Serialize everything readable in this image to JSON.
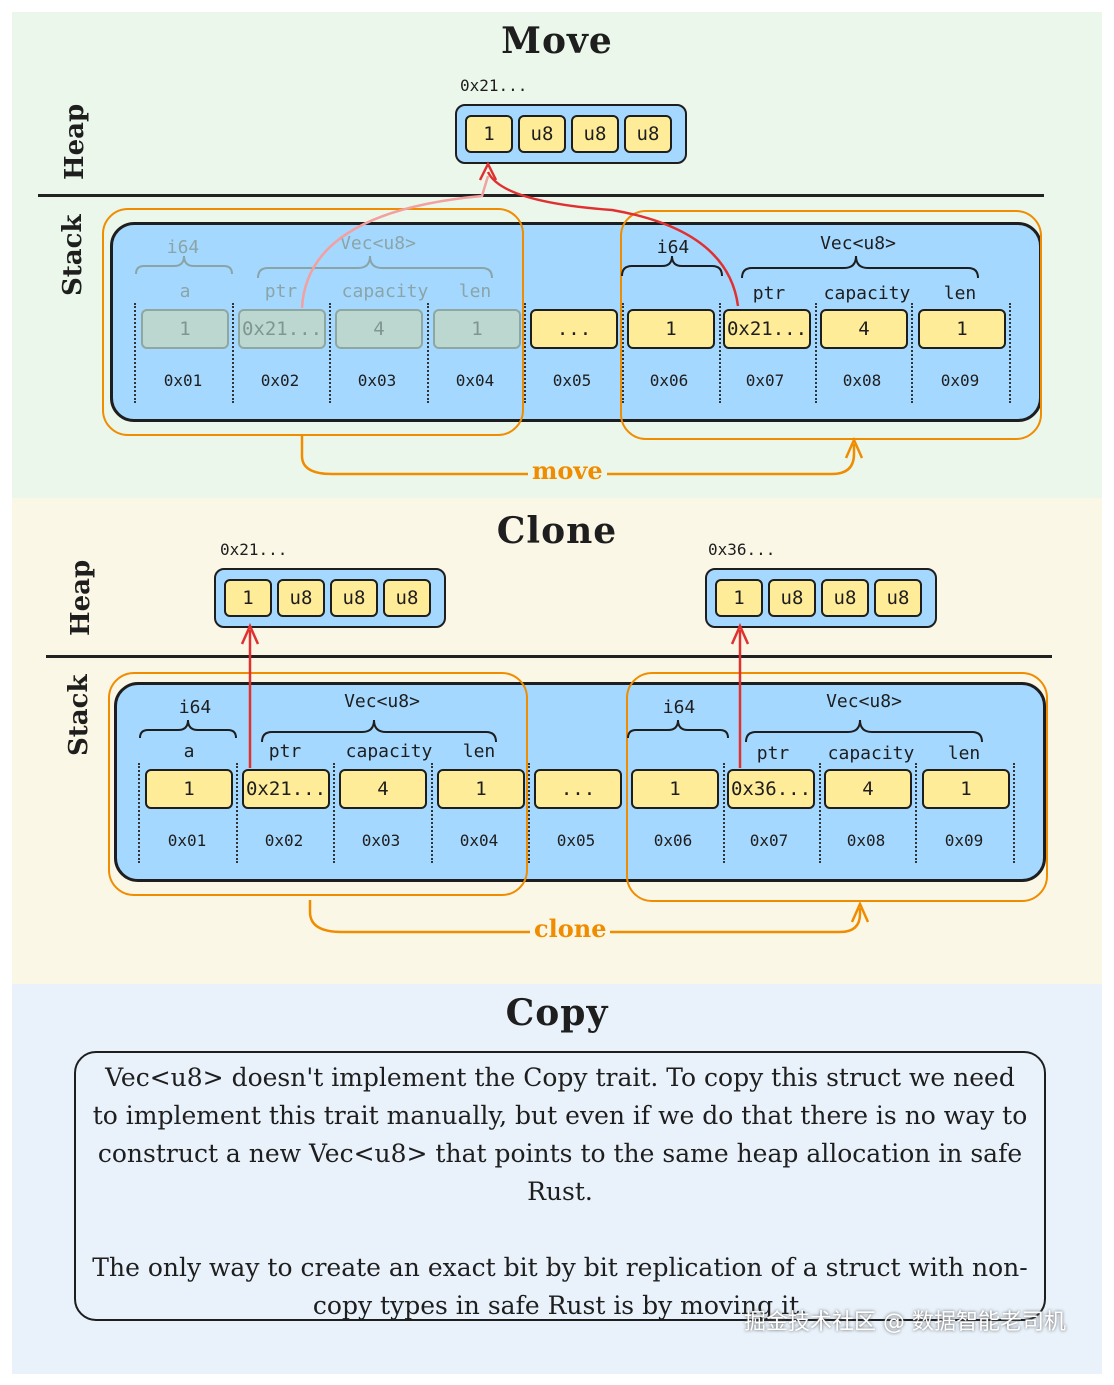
{
  "move": {
    "title": "Move",
    "heap_label": "Heap",
    "stack_label": "Stack",
    "heap": {
      "addr": "0x21...",
      "cells": [
        "1",
        "u8",
        "u8",
        "u8"
      ]
    },
    "src": {
      "type_a": "i64",
      "type_vec": "Vec<u8>",
      "fields": [
        "a",
        "ptr",
        "capacity",
        "len"
      ],
      "values": [
        "1",
        "0x21...",
        "4",
        "1"
      ],
      "addrs": [
        "0x01",
        "0x02",
        "0x03",
        "0x04"
      ]
    },
    "gap": {
      "value": "...",
      "addr": "0x05"
    },
    "dst": {
      "type_a": "i64",
      "type_vec": "Vec<u8>",
      "fields": [
        "ptr",
        "capacity",
        "len"
      ],
      "values": [
        "1",
        "0x21...",
        "4",
        "1"
      ],
      "addrs": [
        "0x06",
        "0x07",
        "0x08",
        "0x09"
      ]
    },
    "arrow_label": "move"
  },
  "clone": {
    "title": "Clone",
    "heap_label": "Heap",
    "stack_label": "Stack",
    "heap1": {
      "addr": "0x21...",
      "cells": [
        "1",
        "u8",
        "u8",
        "u8"
      ]
    },
    "heap2": {
      "addr": "0x36...",
      "cells": [
        "1",
        "u8",
        "u8",
        "u8"
      ]
    },
    "src": {
      "type_a": "i64",
      "type_vec": "Vec<u8>",
      "fields": [
        "a",
        "ptr",
        "capacity",
        "len"
      ],
      "values": [
        "1",
        "0x21...",
        "4",
        "1"
      ],
      "addrs": [
        "0x01",
        "0x02",
        "0x03",
        "0x04"
      ]
    },
    "gap": {
      "value": "...",
      "addr": "0x05"
    },
    "dst": {
      "type_a": "i64",
      "type_vec": "Vec<u8>",
      "fields": [
        "ptr",
        "capacity",
        "len"
      ],
      "values": [
        "1",
        "0x36...",
        "4",
        "1"
      ],
      "addrs": [
        "0x06",
        "0x07",
        "0x08",
        "0x09"
      ]
    },
    "arrow_label": "clone"
  },
  "copy": {
    "title": "Copy",
    "paragraph1": "Vec<u8> doesn't implement the Copy trait. To copy this struct we need to implement this trait manually, but even if we do that there is no way to construct a new Vec<u8> that points to the same heap allocation in safe Rust.",
    "paragraph2": "The only way to create an exact bit by bit replication of a struct with non-copy types in safe Rust is by moving it."
  },
  "watermark": "掘金技术社区 @ 数据智能老司机",
  "colors": {
    "cell": "#ffec99",
    "box": "#a5d8ff",
    "arrow_red": "#e03131",
    "arrow_orange": "#f08c00"
  }
}
